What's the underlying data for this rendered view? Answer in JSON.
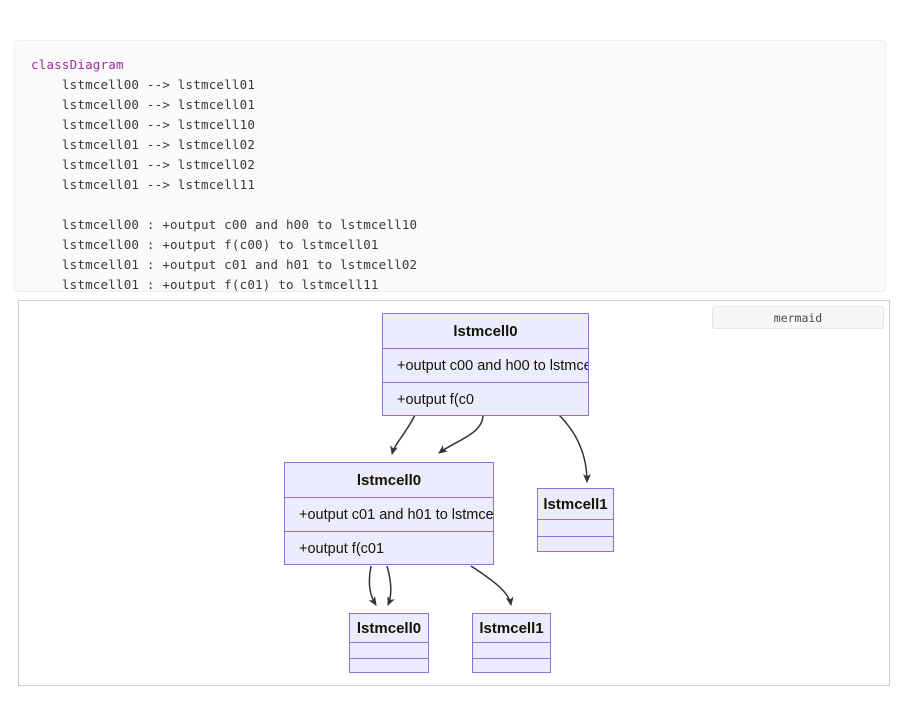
{
  "code_block": {
    "keyword": "classDiagram",
    "lines": [
      "    lstmcell00 --> lstmcell01",
      "    lstmcell00 --> lstmcell01",
      "    lstmcell00 --> lstmcell10",
      "    lstmcell01 --> lstmcell02",
      "    lstmcell01 --> lstmcell02",
      "    lstmcell01 --> lstmcell11",
      "",
      "    lstmcell00 : +output c00 and h00 to lstmcell10",
      "    lstmcell00 : +output f(c00) to lstmcell01",
      "    lstmcell01 : +output c01 and h01 to lstmcell02",
      "    lstmcell01 : +output f(c01) to lstmcell11"
    ]
  },
  "diagram": {
    "renderer_label": "mermaid",
    "nodes": [
      {
        "id": "lstmcell00",
        "title": "lstmcell0",
        "rows": [
          "+output c00 and h00 to lstmce",
          "+output f(c0"
        ]
      },
      {
        "id": "lstmcell01",
        "title": "lstmcell0",
        "rows": [
          "+output c01 and h01 to lstmce",
          "+output f(c01"
        ]
      },
      {
        "id": "lstmcell10",
        "title": "lstmcell1",
        "rows": [
          "",
          ""
        ]
      },
      {
        "id": "lstmcell02",
        "title": "lstmcell0",
        "rows": [
          "",
          ""
        ]
      },
      {
        "id": "lstmcell11",
        "title": "lstmcell1",
        "rows": [
          "",
          ""
        ]
      }
    ]
  },
  "colors": {
    "node_fill": "#ececff",
    "node_border": "#9370db",
    "keyword": "#a626a4",
    "code_bg": "#fafafa",
    "edge": "#333333"
  }
}
